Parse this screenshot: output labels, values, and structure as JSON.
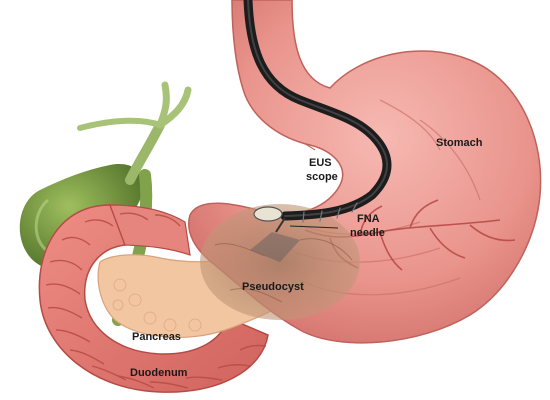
{
  "labels": {
    "stomach": "Stomach",
    "eus_scope_line1": "EUS",
    "eus_scope_line2": "scope",
    "fna_needle_line1": "FNA",
    "fna_needle_line2": "needle",
    "pseudocyst": "Pseudocyst",
    "pancreas": "Pancreas",
    "duodenum": "Duodenum"
  },
  "colors": {
    "stomach": "#e8908a",
    "stomach_shadow": "#d46f6a",
    "duodenum": "#e07a72",
    "duodenum_fold": "#b94a45",
    "gallbladder": "#6e8f3c",
    "bile_duct": "#9bb86a",
    "pancreas": "#f0c19a",
    "pseudocyst": "#b98a6a",
    "scope": "#222222",
    "background": "#ffffff"
  }
}
